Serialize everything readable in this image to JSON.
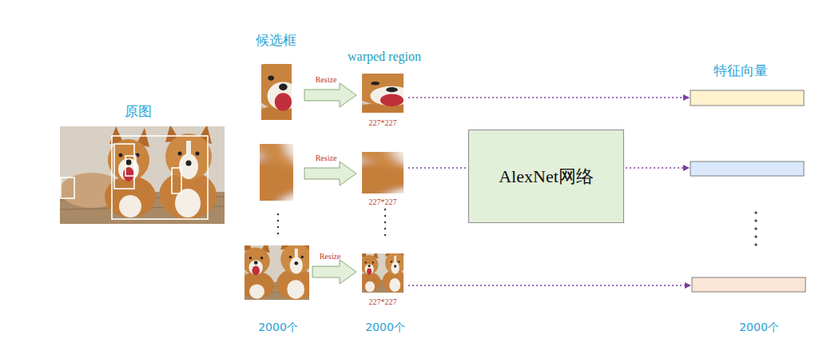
{
  "diagram": {
    "nodes": [
      {
        "text": [
          "AlexNet网络"
        ]
      }
    ],
    "labels": [
      "原图",
      "候选框",
      "warped region",
      "特征向量",
      "Resize",
      "Resize",
      "Resize",
      "227*227",
      "227*227",
      "227*227",
      "2000个",
      "2000个",
      "2000个"
    ]
  }
}
